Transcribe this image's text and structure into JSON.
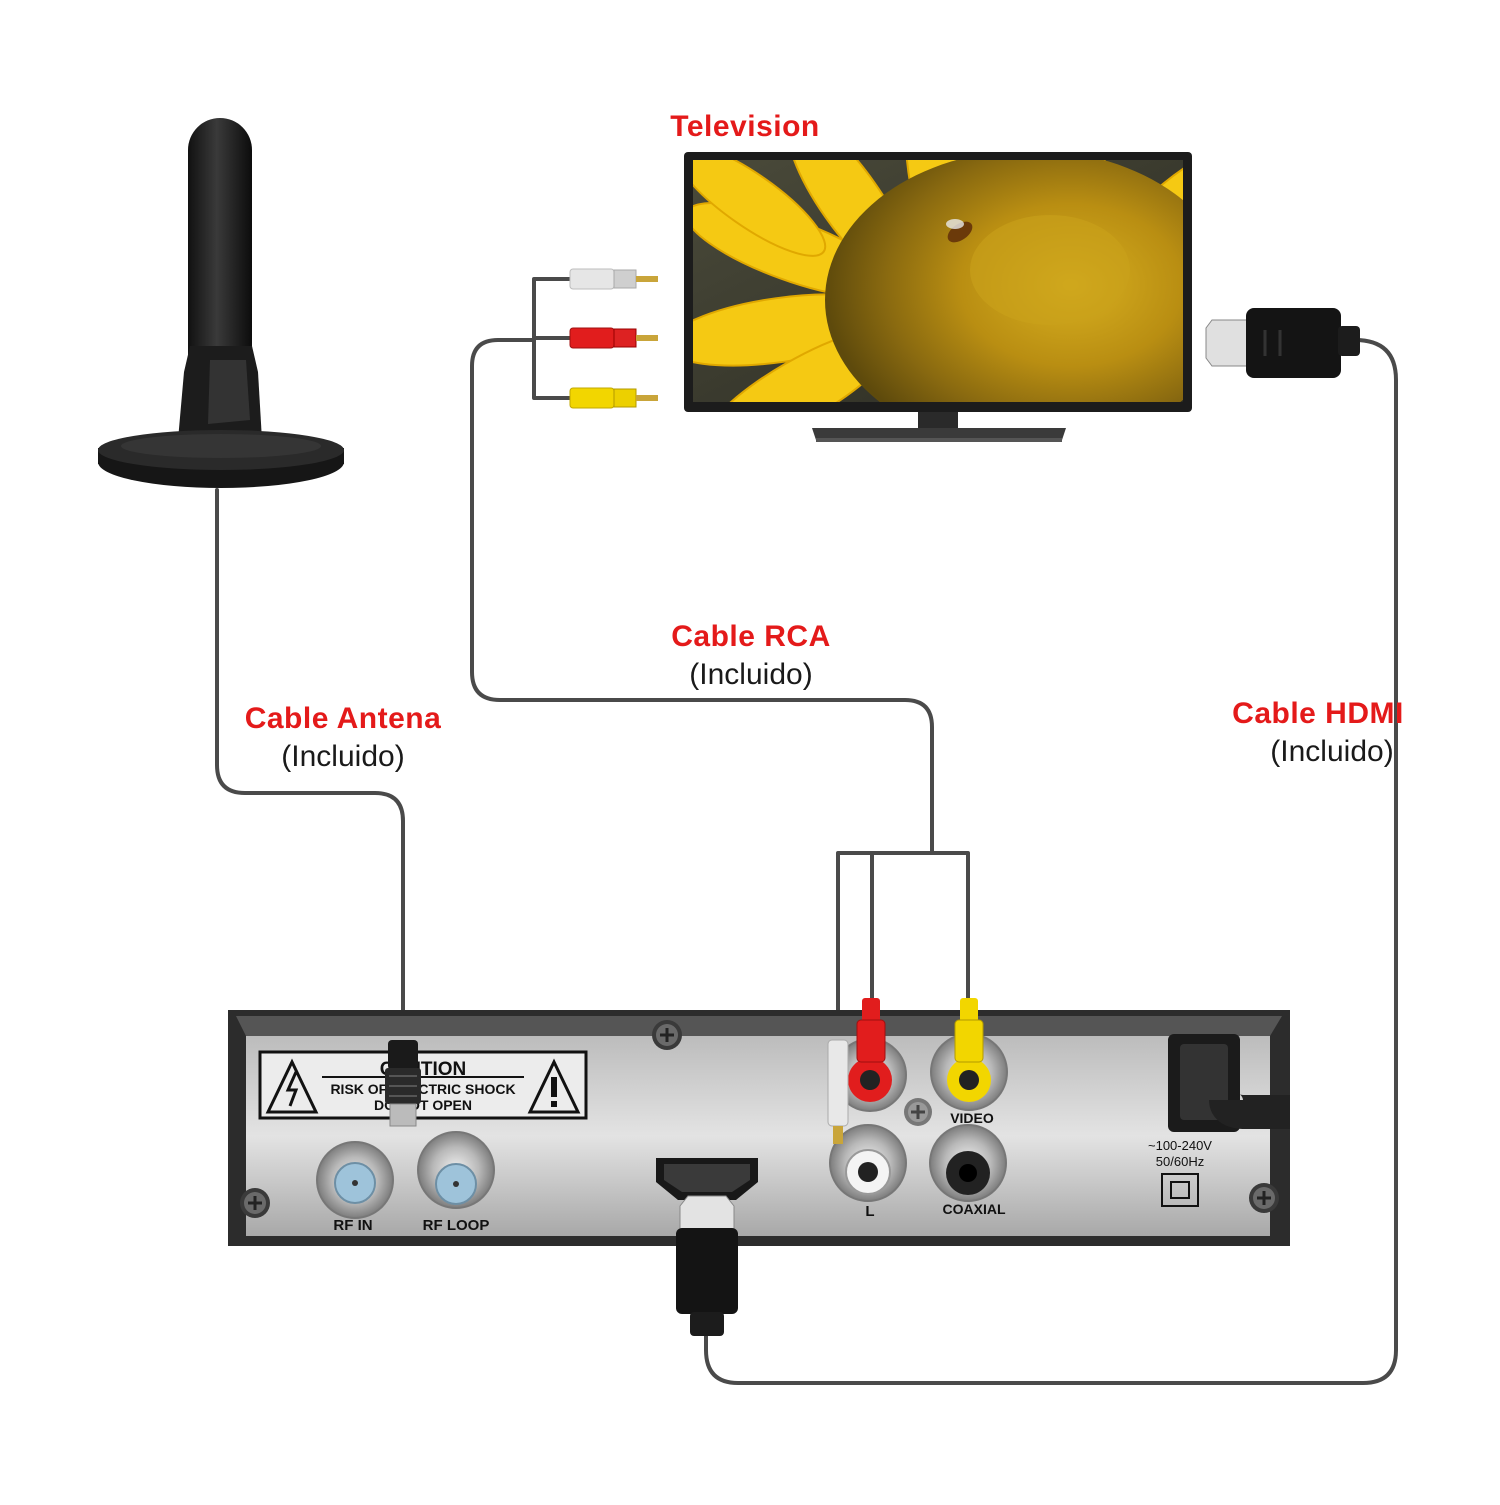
{
  "labels": {
    "television": "Television",
    "rca": {
      "title": "Cable RCA",
      "note": "(Incluido)"
    },
    "antenna": {
      "title": "Cable Antena",
      "note": "(Incluido)"
    },
    "hdmi": {
      "title": "Cable HDMI",
      "note": "(Incluido)"
    }
  },
  "panel": {
    "caution_title": "CAUTION",
    "caution_line1": "RISK OF ELECTRIC SHOCK",
    "caution_line2": "DO NOT OPEN",
    "rf_in": "RF IN",
    "rf_loop": "RF LOOP",
    "video": "VIDEO",
    "left": "L",
    "coaxial": "COAXIAL",
    "power_line1": "~100-240V",
    "power_line2": "50/60Hz"
  },
  "colors": {
    "label_red": "#e41a1a",
    "cable": "#4a4a4a",
    "rca_white": "#e8e8e8",
    "rca_red": "#e11d1d",
    "rca_yellow": "#f2d600"
  }
}
